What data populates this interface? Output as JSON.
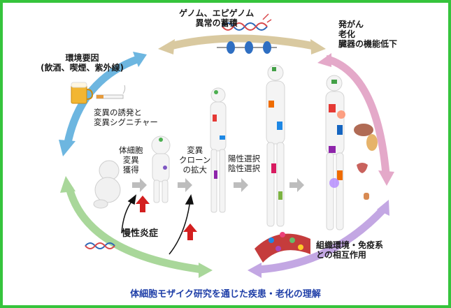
{
  "labels": {
    "genome_accum": [
      "ゲノム、エピゲノム",
      "異常の蓄積"
    ],
    "env_factors": [
      "環境要因",
      "(飲酒、喫煙、紫外線)"
    ],
    "mutation_induction": [
      "変異の誘発と",
      "変異シグニチャー"
    ],
    "somatic_acquisition": [
      "体細胞",
      "変異",
      "獲得"
    ],
    "clonal_expansion": [
      "変異",
      "クローン",
      "の拡大"
    ],
    "selection": [
      "陽性選択",
      "陰性選択"
    ],
    "outcomes": [
      "発がん",
      "老化",
      "臓器の機能低下"
    ],
    "chronic_inflammation": "慢性炎症",
    "tissue_interaction": [
      "組織環境・免疫系",
      "との相互作用"
    ]
  },
  "title": "体細胞モザイク研究を通じた疾患・老化の理解",
  "colors": {
    "frame": "#36c43c",
    "arrow_top": "#d9c9a0",
    "arrow_left": "#6db6e0",
    "arrow_right": "#e4a9c9",
    "arrow_bottom_left": "#a9d79a",
    "arrow_bottom_right": "#c3a7e3",
    "up_arrow": "#d31f1f",
    "title": "#1f3fa8"
  },
  "icons": [
    "dna-icon",
    "nucleosome-icon",
    "beer-icon",
    "cigarette-icon",
    "fetus-icon",
    "human-figure-icon",
    "blood-vessel-icon",
    "organ-icon"
  ]
}
